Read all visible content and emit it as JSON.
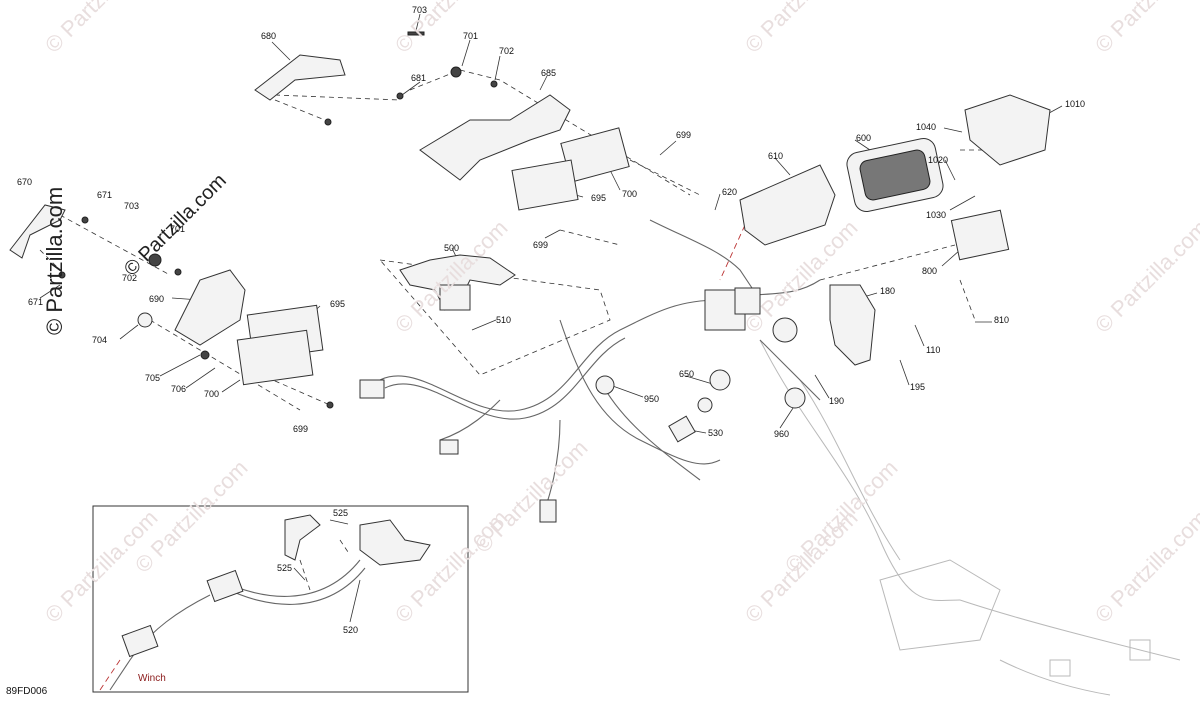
{
  "figure_id": "89FD006",
  "winch_label": "Winch",
  "watermarks": [
    "© Partzilla.com",
    "© Partzilla.com",
    "© Partzilla.com",
    "© Partzilla.com",
    "© Partzilla.com",
    "© Partzilla.com",
    "© Partzilla.com",
    "© Partzilla.com",
    "© Partzilla.com",
    "© Partzilla.com",
    "© Partzilla.com",
    "© Partzilla.com",
    "© Partzilla.com",
    "© Partzilla.com"
  ],
  "brand_watermark": "© Partzilla.com",
  "callouts": {
    "c703a": "703",
    "c701a": "701",
    "c702a": "702",
    "c680": "680",
    "c681": "681",
    "c685": "685",
    "c699a": "699",
    "c700a": "700",
    "c695a": "695",
    "c699b": "699",
    "c610": "610",
    "c600": "600",
    "c620": "620",
    "c1010": "1010",
    "c1040": "1040",
    "c1020": "1020",
    "c1030": "1030",
    "c800": "800",
    "c810": "810",
    "c180": "180",
    "c110": "110",
    "c195": "195",
    "c190": "190",
    "c960": "960",
    "c650": "650",
    "c950": "950",
    "c530": "530",
    "c500": "500",
    "c510": "510",
    "c670": "670",
    "c671a": "671",
    "c703b": "703",
    "c701b": "701",
    "c702b": "702",
    "c671b": "671",
    "c690": "690",
    "c695b": "695",
    "c704": "704",
    "c705": "705",
    "c706": "706",
    "c700b": "700",
    "c699c": "699",
    "c525a": "525",
    "c525b": "525",
    "c520": "520"
  }
}
